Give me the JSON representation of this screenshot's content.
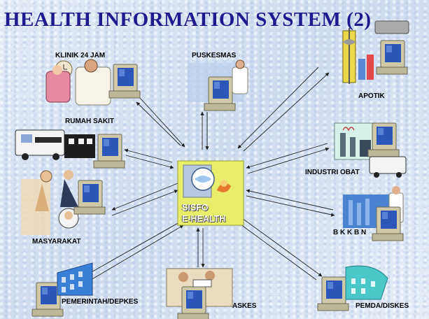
{
  "title": "HEALTH INFORMATION SYSTEM (2)",
  "center": {
    "line1": "SISFO",
    "line2": "E-HEALTH"
  },
  "nodes": {
    "klinik": "KLINIK 24 JAM",
    "puskesmas": "PUSKESMAS",
    "apotik": "APOTIK",
    "rumah_sakit": "RUMAH SAKIT",
    "industri_obat": "INDUSTRI OBAT",
    "masyarakat": "MASYARAKAT",
    "bkkbn": "B K K B N",
    "pemerintah": "PEMERINTAH/DEPKES",
    "askes": "ASKES",
    "pemda": "PEMDA/DISKES"
  },
  "colors": {
    "title": "#1f1a8e",
    "monitor": "#c9c4a8",
    "screen": "#2a4fb0",
    "arrow": "#222222",
    "center_fill": "#e9ee6a"
  }
}
